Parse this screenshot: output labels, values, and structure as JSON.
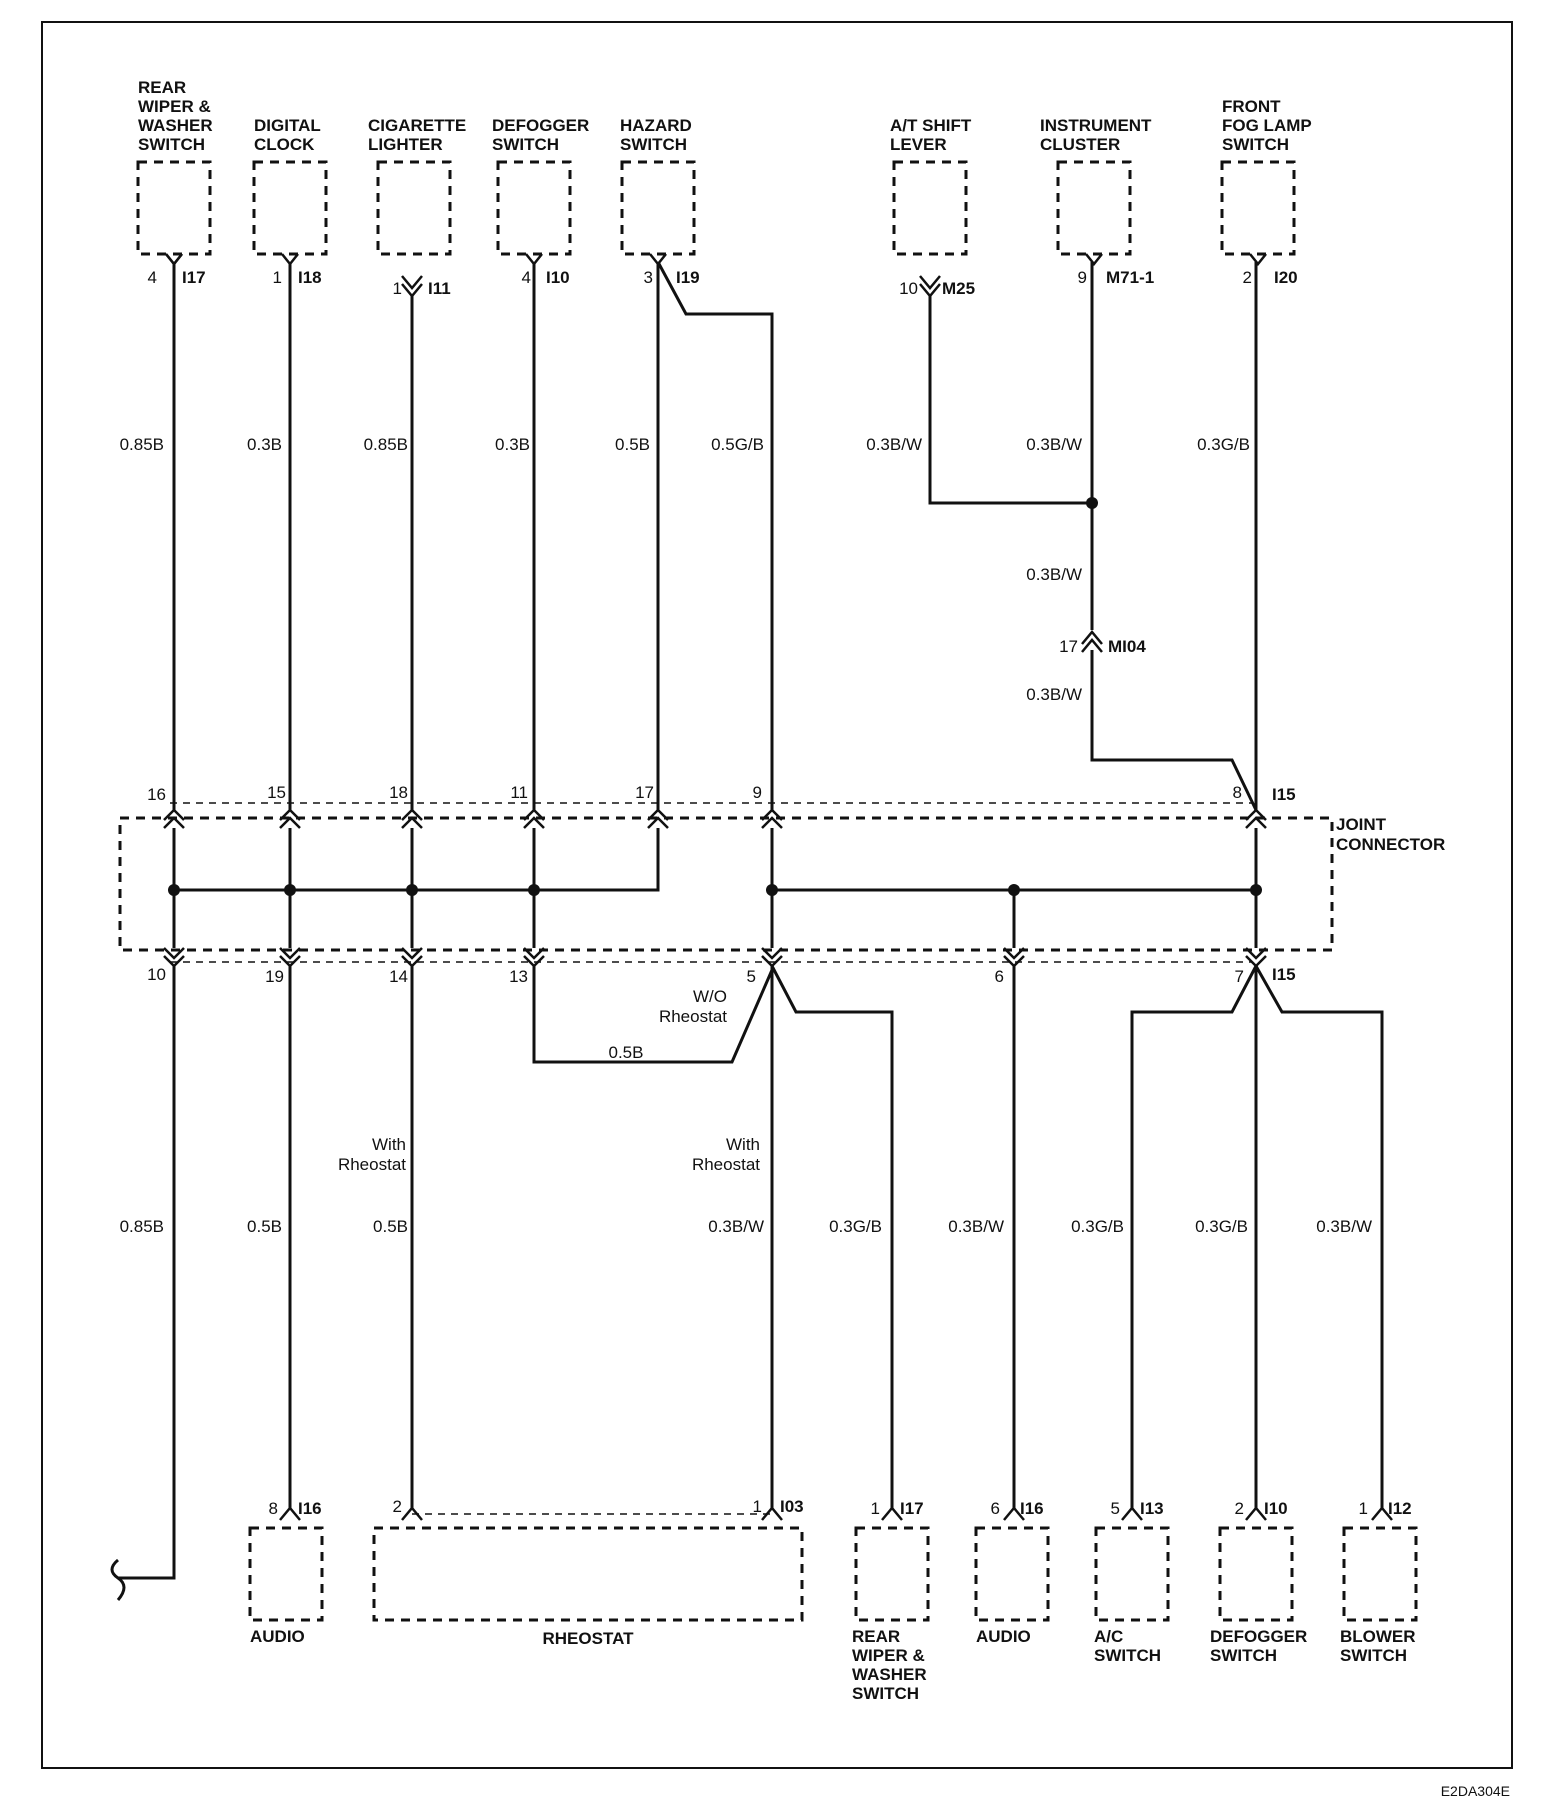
{
  "top_components": [
    {
      "lines": [
        "REAR",
        "WIPER &",
        "WASHER",
        "SWITCH"
      ],
      "pin": "4",
      "connector": "I17",
      "wire": "0.85B",
      "joint_pin": "16"
    },
    {
      "lines": [
        "DIGITAL",
        "CLOCK"
      ],
      "pin": "1",
      "connector": "I18",
      "wire": "0.3B",
      "joint_pin": "15"
    },
    {
      "lines": [
        "CIGARETTE",
        "LIGHTER"
      ],
      "pin": "1",
      "connector": "I11",
      "wire": "0.85B",
      "joint_pin": "18"
    },
    {
      "lines": [
        "DEFOGGER",
        "SWITCH"
      ],
      "pin": "4",
      "connector": "I10",
      "wire": "0.3B",
      "joint_pin": "11"
    },
    {
      "lines": [
        "HAZARD",
        "SWITCH"
      ],
      "pin": "3",
      "connector": "I19",
      "wire": "0.5B",
      "wire2": "0.5G/B",
      "joint_pin": "17",
      "joint_pin2": "9"
    },
    {
      "lines": [
        "A/T SHIFT",
        "LEVER"
      ],
      "pin": "10",
      "connector": "M25",
      "wire": "0.3B/W"
    },
    {
      "lines": [
        "INSTRUMENT",
        "CLUSTER"
      ],
      "pin": "9",
      "connector": "M71-1",
      "wire": "0.3B/W"
    },
    {
      "lines": [
        "FRONT",
        "FOG LAMP",
        "SWITCH"
      ],
      "pin": "2",
      "connector": "I20",
      "wire": "0.3G/B",
      "joint_pin": "8"
    }
  ],
  "splice": {
    "wire_above": "0.3B/W",
    "pin": "17",
    "connector": "MI04",
    "wire_below": "0.3B/W"
  },
  "joint_connector": {
    "label_lines": [
      "JOINT",
      "CONNECTOR"
    ],
    "connector": "I15",
    "top_pins": [
      "16",
      "15",
      "18",
      "11",
      "17",
      "9",
      "8"
    ],
    "bottom_pins": [
      "10",
      "19",
      "14",
      "13",
      "5",
      "6",
      "7"
    ],
    "bottom_connector": "I15"
  },
  "notes": {
    "wo_rheostat": [
      "W/O",
      "Rheostat"
    ],
    "with_rheostat": [
      "With",
      "Rheostat"
    ],
    "with_rheostat_2": [
      "With",
      "Rheostat"
    ],
    "jumper_wire": "0.5B"
  },
  "bottom_wires": [
    "0.85B",
    "0.5B",
    "0.5B",
    "0.3B/W",
    "0.3G/B",
    "0.3B/W",
    "0.3G/B",
    "0.3G/B",
    "0.3B/W"
  ],
  "bottom_components": [
    {
      "lines": [
        "AUDIO"
      ],
      "pin": "8",
      "connector": "I16"
    },
    {
      "lines": [
        "RHEOSTAT"
      ],
      "pin": "2",
      "pin2": "1",
      "connector": "I03"
    },
    {
      "lines": [
        "REAR",
        "WIPER &",
        "WASHER",
        "SWITCH"
      ],
      "pin": "1",
      "connector": "I17"
    },
    {
      "lines": [
        "AUDIO"
      ],
      "pin": "6",
      "connector": "I16"
    },
    {
      "lines": [
        "A/C",
        "SWITCH"
      ],
      "pin": "5",
      "connector": "I13"
    },
    {
      "lines": [
        "DEFOGGER",
        "SWITCH"
      ],
      "pin": "2",
      "connector": "I10"
    },
    {
      "lines": [
        "BLOWER",
        "SWITCH"
      ],
      "pin": "1",
      "connector": "I12"
    }
  ],
  "figure_code": "E2DA304E"
}
